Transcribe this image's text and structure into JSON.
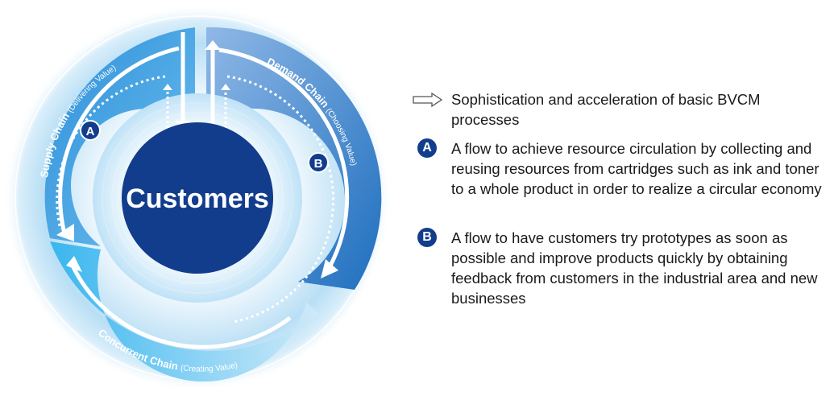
{
  "diagram": {
    "center_label": "Customers",
    "supply_chain": {
      "name": "Supply Chain",
      "subtitle": "(Delivering Value)"
    },
    "demand_chain": {
      "name": "Demand Chain",
      "subtitle": "(Choosing Value)"
    },
    "concurrent_chain": {
      "name": "Concurrent Chain",
      "subtitle": "(Creating Value)"
    },
    "badge_a": "A",
    "badge_b": "B"
  },
  "legend": {
    "arrow_text": "Sophistication and acceleration of basic BVCM processes",
    "a_badge": "A",
    "a_text": "A flow to achieve resource circulation by collecting and reusing resources from cartridges such as ink and toner to a whole product in order to realize a circular economy",
    "b_badge": "B",
    "b_text": "A flow to have customers try prototypes as soon as possible and improve products quickly by obtaining feedback from customers in the industrial area and new businesses"
  },
  "colors": {
    "navy": "#123d8c",
    "supply_blue": "#4aa6e2",
    "demand_blue": "#2f7fc8",
    "concurrent_blue": "#3ab3ea",
    "ring_light": "#cfe8f7"
  }
}
